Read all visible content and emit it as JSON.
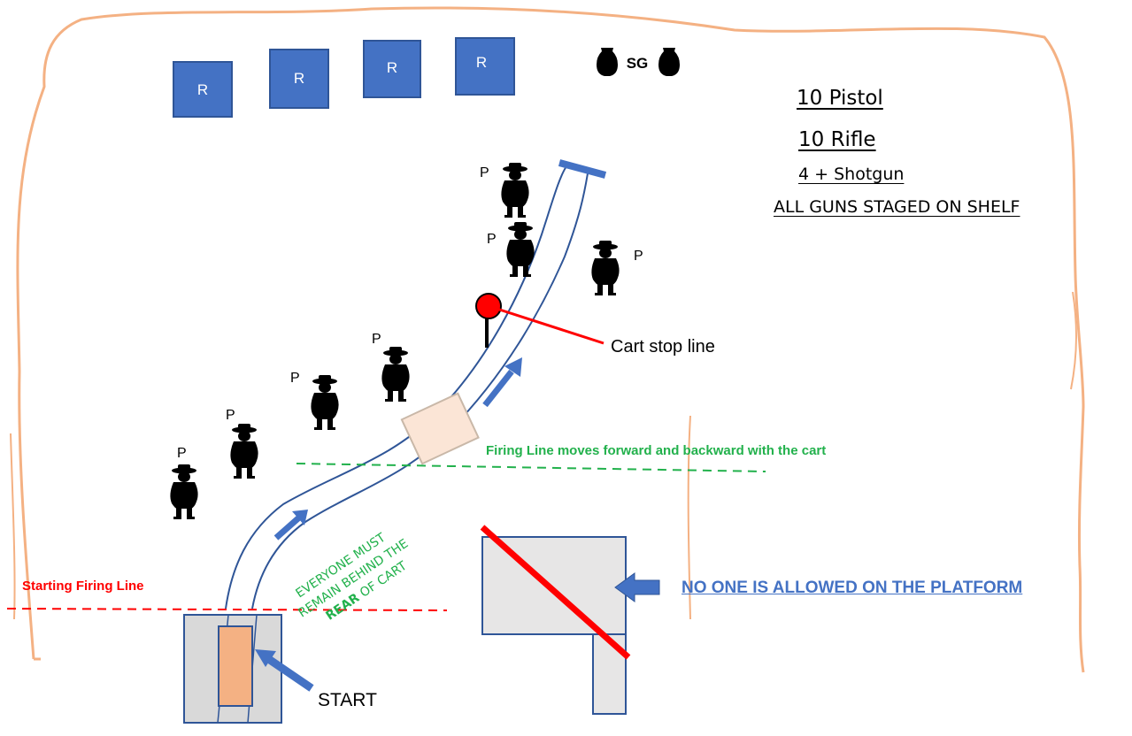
{
  "rifle_targets": [
    "R",
    "R",
    "R",
    "R"
  ],
  "shotgun_label": "SG",
  "pistol_targets": [
    "P",
    "P",
    "P",
    "P",
    "P",
    "P",
    "P"
  ],
  "round_counts": {
    "pistol": "10 Pistol",
    "rifle": "10 Rifle",
    "shotgun": "4 +  Shotgun",
    "staging": "ALL GUNS STAGED ON SHELF"
  },
  "cart_stop_label": "Cart stop line",
  "firing_line_moves_label": "Firing Line moves forward and backward with the cart",
  "starting_firing_line_label": "Starting Firing Line",
  "behind_cart_note": [
    "EVERYONE MUST",
    "REMAIN BEHIND THE",
    "REAR",
    "OF CART"
  ],
  "platform_warning": "NO ONE IS ALLOWED ON THE PLATFORM",
  "start_label": "START",
  "colors": {
    "boundary": "#f4b183",
    "rifle_target": "#4472c4",
    "track": "#2f5597",
    "arrow": "#4472c4",
    "cart": "#fbe5d6",
    "start_cart": "#f4b183",
    "stop_marker": "#ff0000",
    "green_text": "#22b14c",
    "red_text": "#ff0000",
    "platform": "#e7e6e6",
    "warning_text": "#4472c4"
  }
}
